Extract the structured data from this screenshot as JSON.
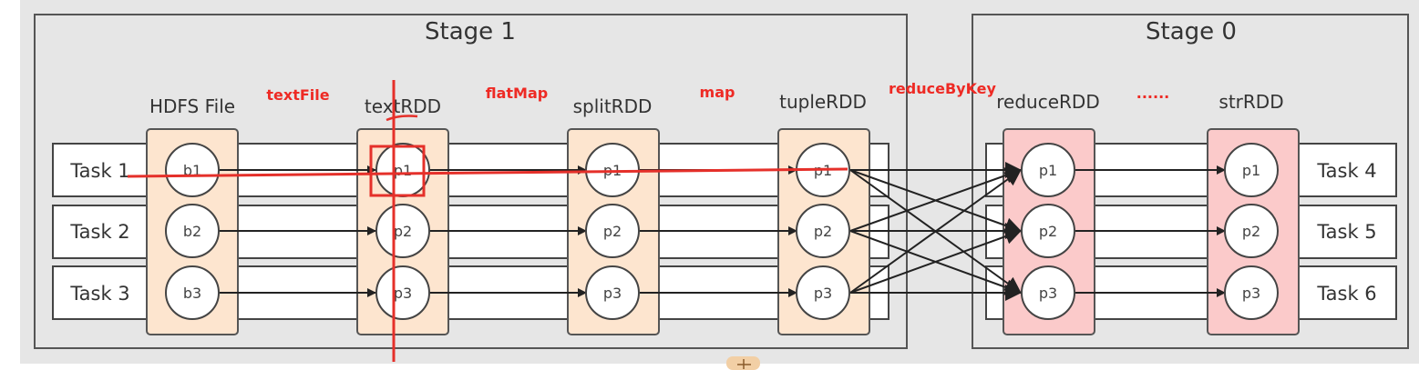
{
  "colors": {
    "background": "#e6e6e6",
    "stage_border": "#555555",
    "rdd_fill_orange": "#fde5cf",
    "rdd_fill_pink": "#fbcaca",
    "annotation_red": "#e5302a",
    "op_label_red": "#ee2a24"
  },
  "stages": {
    "stage1": "Stage 1",
    "stage0": "Stage 0"
  },
  "rdds": {
    "hdfs": "HDFS File",
    "text": "textRDD",
    "split": "splitRDD",
    "tuple": "tupleRDD",
    "reduce": "reduceRDD",
    "str": "strRDD"
  },
  "operations": {
    "textFile": "textFile",
    "flatMap": "flatMap",
    "map": "map",
    "reduceByKey": "reduceByKey",
    "ellipsis": "......"
  },
  "tasks": {
    "t1": "Task 1",
    "t2": "Task 2",
    "t3": "Task 3",
    "t4": "Task 4",
    "t5": "Task 5",
    "t6": "Task 6"
  },
  "partitions": {
    "hdfs": [
      "b1",
      "b2",
      "b3"
    ],
    "rdd": [
      "p1",
      "p2",
      "p3"
    ]
  },
  "arrow_icon": "arrowhead-icon",
  "bottom_icon": "move-handle-icon"
}
